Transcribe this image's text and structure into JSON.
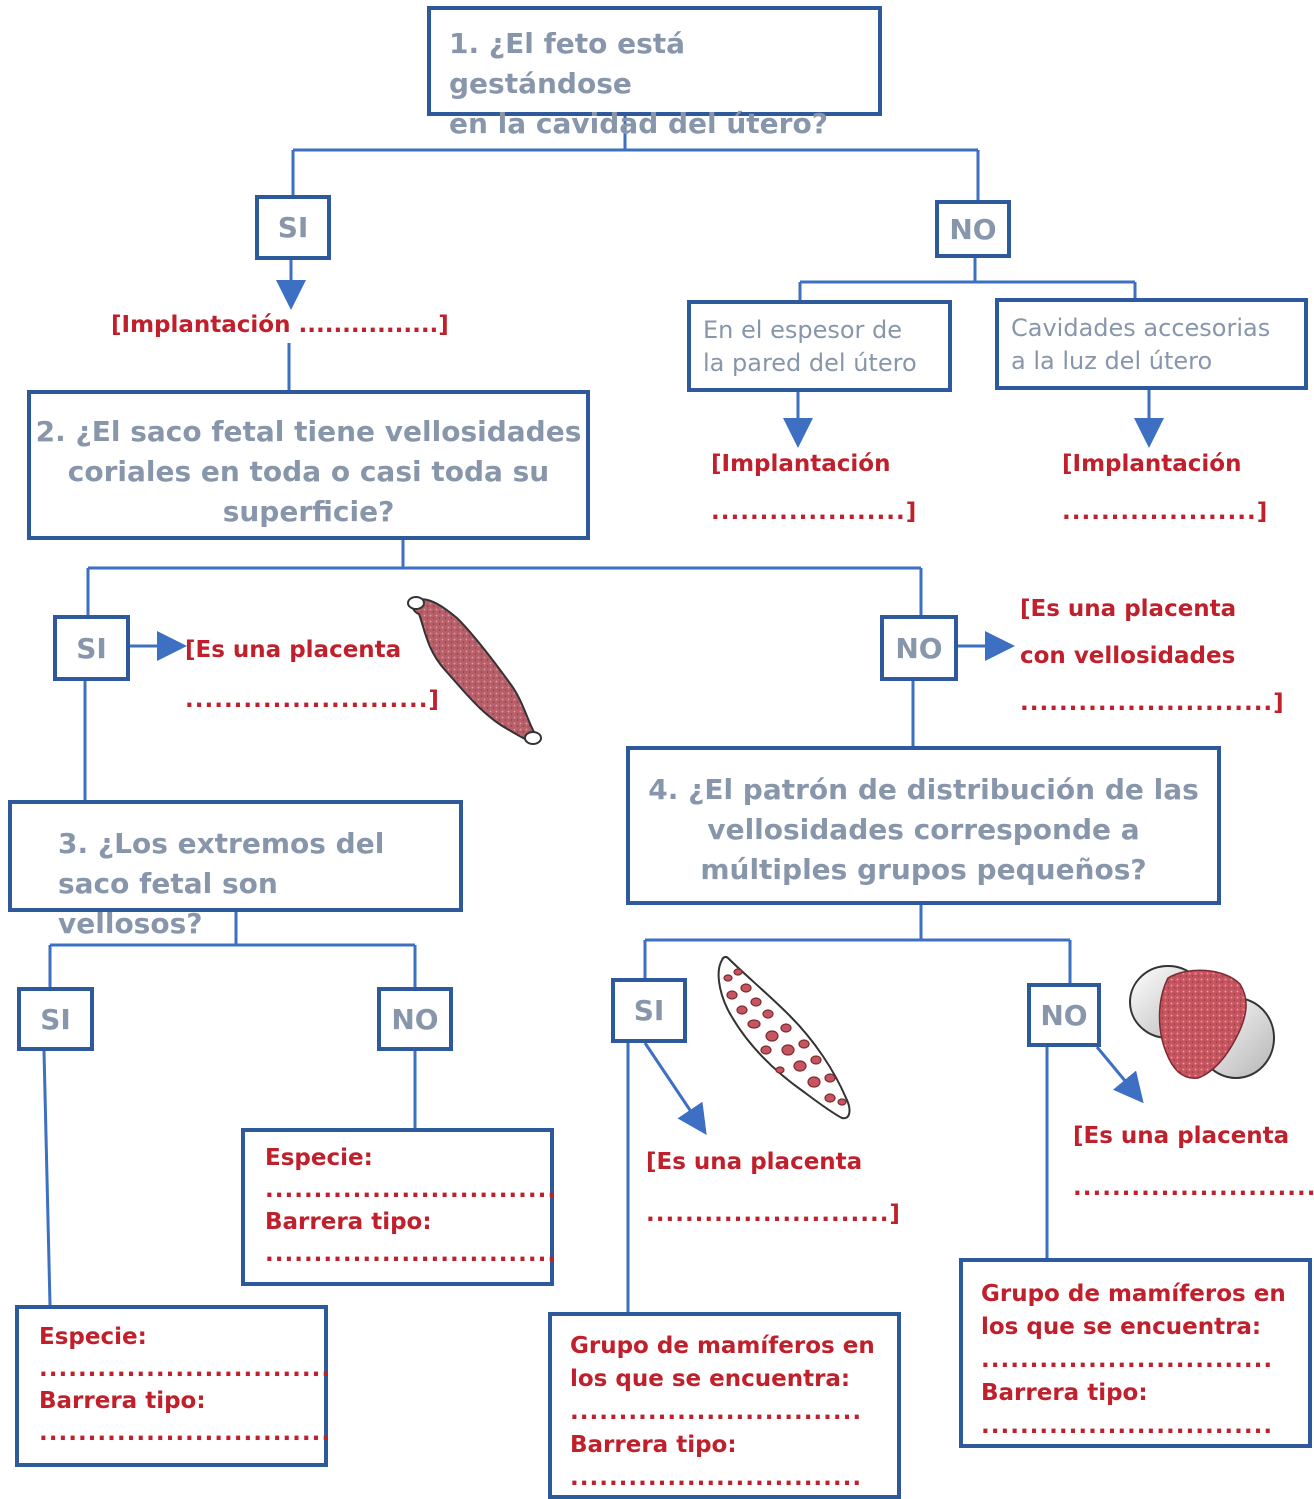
{
  "questions": {
    "q1": [
      "1. ¿El feto está gestándose",
      "en la cavidad del útero?"
    ],
    "q2": [
      "2. ¿El saco fetal tiene vellosidades",
      "coriales en toda o casi toda su",
      "superficie?"
    ],
    "q3": [
      "3. ¿Los extremos del",
      "saco fetal son vellosos?"
    ],
    "q4": [
      "4. ¿El patrón de distribución de las",
      "vellosidades corresponde a",
      "múltiples grupos pequeños?"
    ]
  },
  "yes_label": "SI",
  "no_label": "NO",
  "sub_options": {
    "wall": [
      "En el espesor de",
      "la pared del útero"
    ],
    "cavities": [
      "Cavidades accesorias",
      "a la luz del útero"
    ]
  },
  "answers": {
    "impl_si": "[Implantación ................]",
    "impl_left": [
      "[Implantación",
      "....................]"
    ],
    "impl_right": [
      "[Implantación",
      "....................]"
    ],
    "placenta_q2_si": [
      "[Es una placenta",
      ".........................]"
    ],
    "placenta_q2_no": [
      "[Es una placenta",
      "con vellosidades",
      "..........................]"
    ],
    "placenta_q4_si": [
      "[Es una placenta",
      ".........................]"
    ],
    "placenta_q4_no": [
      "[Es una placenta",
      "..........................]"
    ]
  },
  "fill_boxes": {
    "q3_no": {
      "l1": "Especie:",
      "d1": "..............................",
      "l2": "Barrera tipo:",
      "d2": ".............................."
    },
    "q3_si": {
      "l1": "Especie:",
      "d1": "..............................",
      "l2": "Barrera tipo:",
      "d2": ".............................."
    },
    "q4_si": {
      "l1": "Grupo de mamíferos en",
      "l1b": "los que se encuentra:",
      "d1": "..............................",
      "l2": "Barrera tipo:",
      "d2": ".............................."
    },
    "q4_no": {
      "l1": "Grupo de mamíferos en",
      "l1b": "los que se encuentra:",
      "d1": "..............................",
      "l2": "Barrera tipo:",
      "d2": ".............................."
    }
  },
  "colors": {
    "box_border": "#2e5a9c",
    "question_text": "#8896ab",
    "answer_text": "#c0202b",
    "placenta_fill": "#b8606a"
  },
  "illustrations": [
    "diffuse-placenta-icon",
    "cotyledonary-placenta-icon",
    "zonary-placenta-icon"
  ]
}
